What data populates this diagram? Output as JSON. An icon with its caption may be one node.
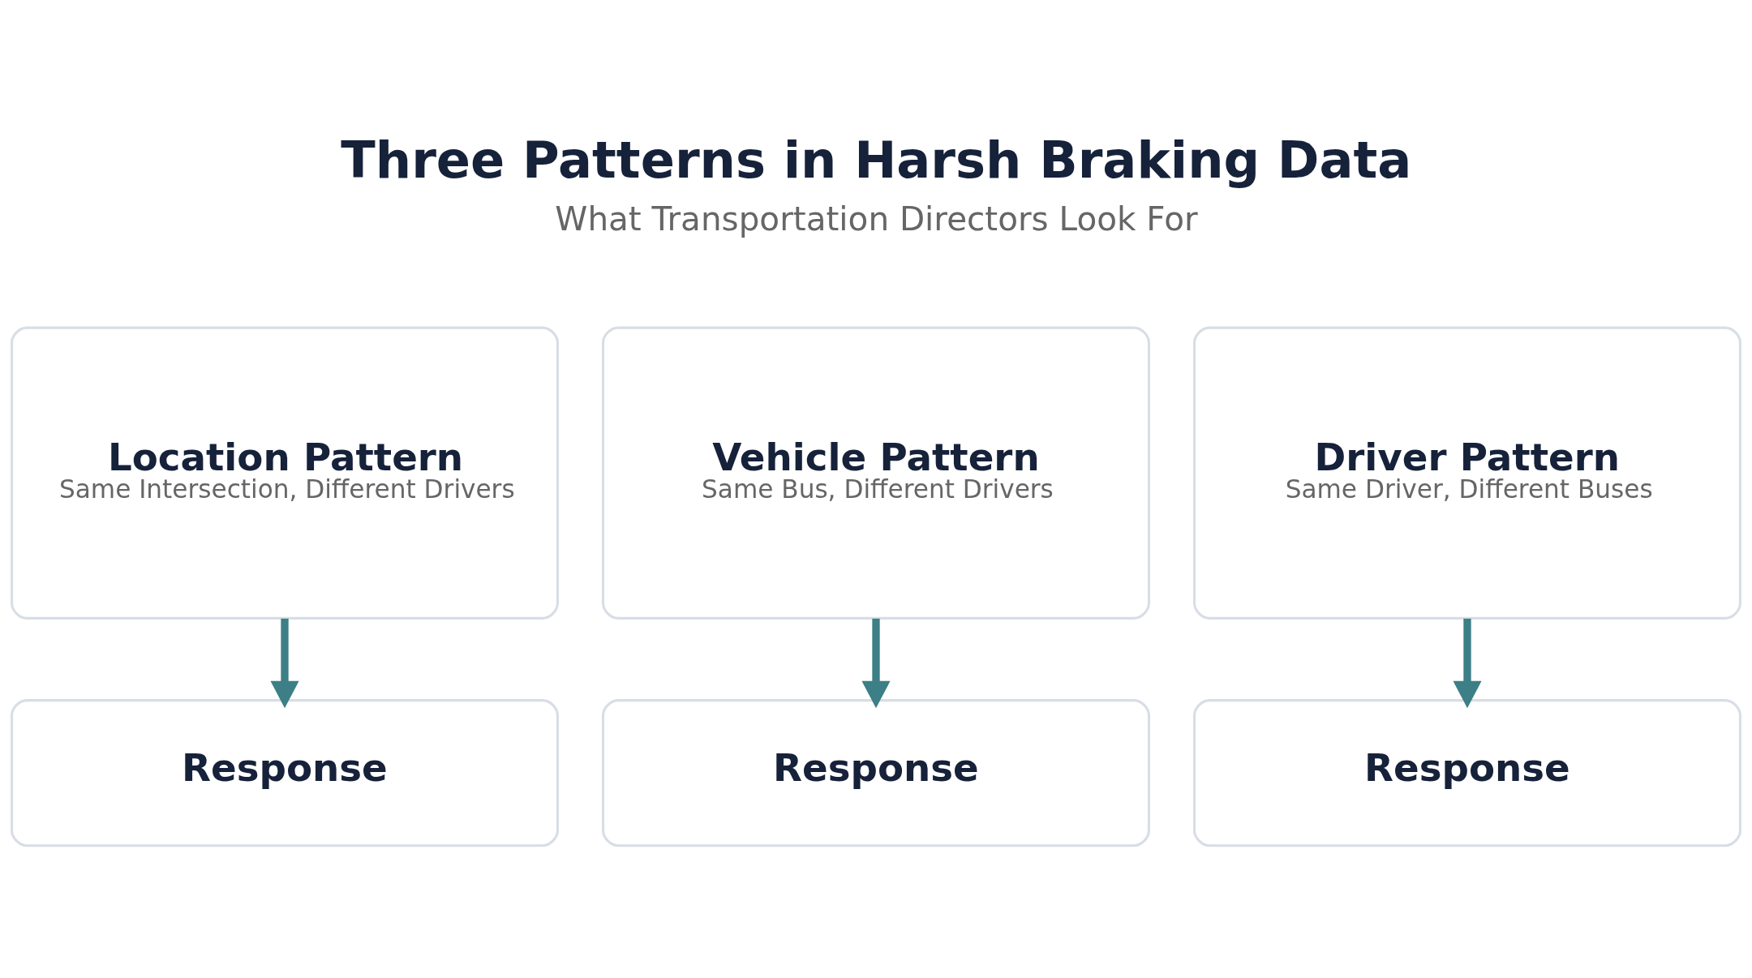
{
  "diagram": {
    "title": "Three Patterns in Harsh Braking Data",
    "nodes": [
      {
        "text": [
          "Location Pattern",
          "Same Intersection, Different Drivers"
        ]
      },
      {
        "text": [
          "Vehicle Pattern",
          "Same Bus, Different Drivers"
        ]
      },
      {
        "text": [
          "Driver Pattern",
          "Same Driver, Different Buses"
        ]
      },
      {
        "text": [
          "Response"
        ]
      },
      {
        "text": [
          "Response"
        ]
      },
      {
        "text": [
          "Response"
        ]
      }
    ],
    "edges": [
      {
        "from": 0,
        "to": 3,
        "arrow": "to"
      },
      {
        "from": 1,
        "to": 4,
        "arrow": "to"
      },
      {
        "from": 2,
        "to": 5,
        "arrow": "to"
      }
    ],
    "labels": [
      "What Transportation Directors Look For"
    ]
  }
}
